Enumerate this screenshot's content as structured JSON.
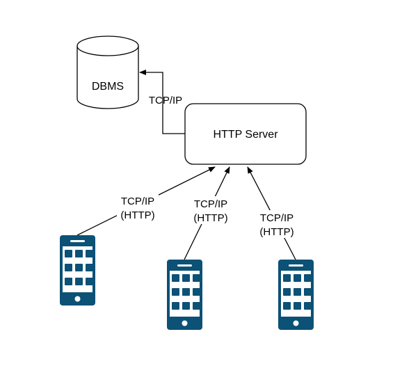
{
  "nodes": {
    "dbms": {
      "label": "DBMS",
      "shape": "cylinder"
    },
    "http_server": {
      "label": "HTTP Server",
      "shape": "rounded-rectangle"
    }
  },
  "clients": [
    {
      "icon": "smartphone-icon"
    },
    {
      "icon": "smartphone-icon"
    },
    {
      "icon": "smartphone-icon"
    }
  ],
  "edges": {
    "server_to_dbms": {
      "line1": "TCP/IP"
    },
    "client_1": {
      "line1": "TCP/IP",
      "line2": "(HTTP)"
    },
    "client_2": {
      "line1": "TCP/IP",
      "line2": "(HTTP)"
    },
    "client_3": {
      "line1": "TCP/IP",
      "line2": "(HTTP)"
    }
  },
  "colors": {
    "phone": "#0c5176",
    "line": "#000000"
  }
}
